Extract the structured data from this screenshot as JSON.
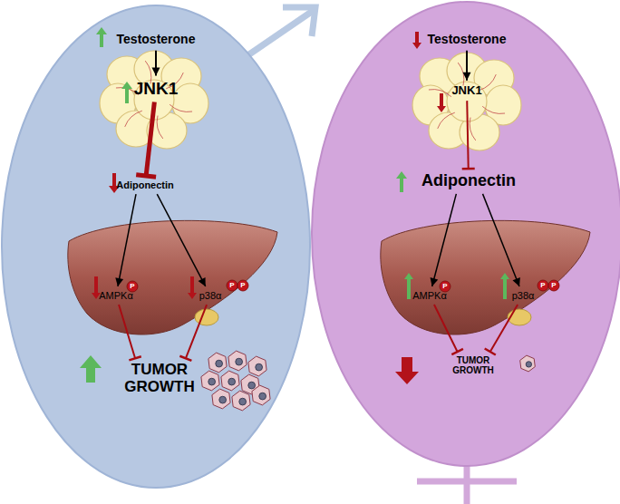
{
  "diagram": {
    "nodes": [
      {
        "text": [
          "Testosterone"
        ]
      },
      {
        "text": [
          "JNK1"
        ]
      },
      {
        "text": [
          "Adiponectin"
        ]
      },
      {
        "text": [
          "AMPKα"
        ]
      },
      {
        "text": [
          "p38α"
        ]
      },
      {
        "text": [
          "TUMOR GROWTH"
        ]
      },
      {
        "text": [
          "Testosterone"
        ]
      },
      {
        "text": [
          "JNK1"
        ]
      },
      {
        "text": [
          "Adiponectin"
        ]
      },
      {
        "text": [
          "AMPKα"
        ]
      },
      {
        "text": [
          "p38α"
        ]
      },
      {
        "text": [
          "TUMOR GROWTH"
        ]
      }
    ],
    "edges": [
      {
        "from": 0,
        "to": 1,
        "arrow": "to"
      },
      {
        "from": 1,
        "to": 2,
        "arrow": "to"
      },
      {
        "from": 2,
        "to": 3,
        "arrow": "to"
      },
      {
        "from": 2,
        "to": 4,
        "arrow": "to"
      },
      {
        "from": 3,
        "to": 5,
        "arrow": "to"
      },
      {
        "from": 4,
        "to": 5,
        "arrow": "to"
      },
      {
        "from": 6,
        "to": 7,
        "arrow": "to"
      },
      {
        "from": 7,
        "to": 8,
        "arrow": "to"
      },
      {
        "from": 8,
        "to": 9,
        "arrow": "to"
      },
      {
        "from": 8,
        "to": 10,
        "arrow": "to"
      },
      {
        "from": 9,
        "to": 11,
        "arrow": "to"
      },
      {
        "from": 10,
        "to": 11,
        "arrow": "to"
      }
    ],
    "labels": [
      "P",
      "P",
      "P",
      "P",
      "P",
      "P"
    ]
  }
}
